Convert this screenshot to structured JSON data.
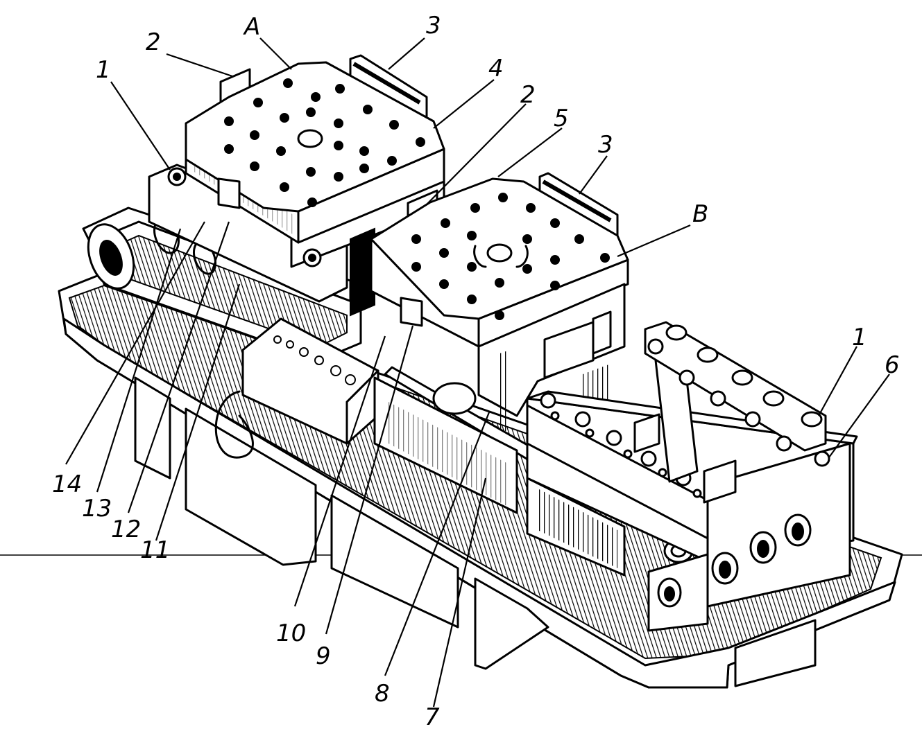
{
  "callouts": {
    "l1a": "1",
    "l2a": "2",
    "lA": "A",
    "l3a": "3",
    "l4": "4",
    "l2b": "2",
    "l5": "5",
    "l3b": "3",
    "lB": "B",
    "l1b": "1",
    "l6": "6",
    "l14": "14",
    "l13": "13",
    "l12": "12",
    "l11": "11",
    "l10": "10",
    "l9": "9",
    "l8": "8",
    "l7": "7"
  },
  "colors": {
    "ink": "#000000",
    "paper": "#ffffff"
  }
}
